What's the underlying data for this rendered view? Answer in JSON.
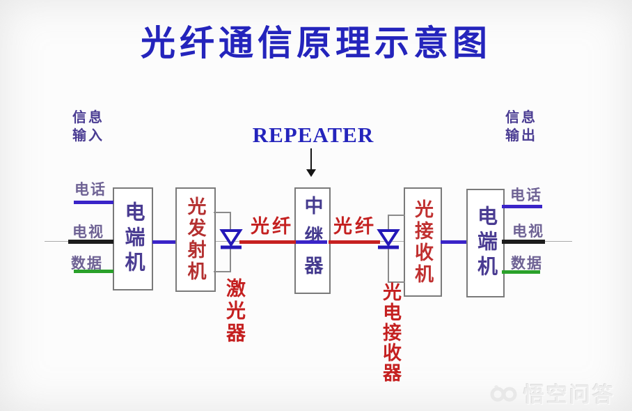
{
  "title": {
    "text": "光纤通信原理示意图",
    "color": "#2424bc"
  },
  "repeater_callout": {
    "label": "REPEATER",
    "color": "#2424bc"
  },
  "info_in": {
    "line1": "信息",
    "line2": "输入"
  },
  "info_out": {
    "line1": "信息",
    "line2": "输出"
  },
  "channels_left": [
    {
      "label": "电话",
      "line_color": "#3a24c8"
    },
    {
      "label": "电视",
      "line_color": "#1c1c1c"
    },
    {
      "label": "数据",
      "line_color": "#2aa12a"
    }
  ],
  "channels_right": [
    {
      "label": "电话",
      "line_color": "#3a24c8"
    },
    {
      "label": "电视",
      "line_color": "#1c1c1c"
    },
    {
      "label": "数据",
      "line_color": "#2aa12a"
    }
  ],
  "boxes": {
    "terminal_left": {
      "label": "电端机",
      "text_color": "#4a3c92"
    },
    "transmitter": {
      "label": "光发射机",
      "text_color": "#b43030"
    },
    "repeater": {
      "label": "中继器",
      "text_color": "#443a8e"
    },
    "receiver": {
      "label": "光接收机",
      "text_color": "#c03030"
    },
    "terminal_right": {
      "label": "电端机",
      "text_color": "#4a3c92"
    }
  },
  "annotations": {
    "fiber_left": "光纤",
    "fiber_right": "光纤",
    "laser": "激光器",
    "photodetector": "光电接收器",
    "color": "#c42020"
  },
  "watermark": {
    "text": "悟空问答"
  },
  "colors": {
    "title_blue": "#2424bc",
    "signal_blue": "#3a24c8",
    "fiber_red": "#c62020",
    "line_black": "#1c1c1c",
    "line_green": "#2aa12a",
    "channel_label_purple": "#6e6294",
    "box_border_gray": "#7a7a7a",
    "diode_blue": "#2418b8",
    "baseline_gray": "#aaaaaa",
    "watermark_gray": "#ececec"
  }
}
